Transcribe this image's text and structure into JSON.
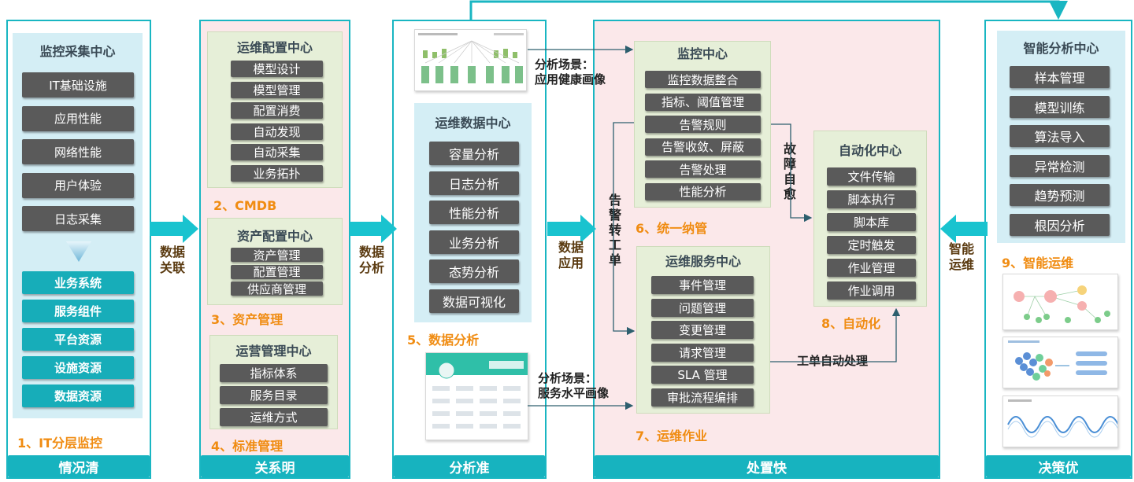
{
  "col1": {
    "panel_title": "监控采集中心",
    "dark_items": [
      "IT基础设施",
      "应用性能",
      "网络性能",
      "用户体验",
      "日志采集"
    ],
    "teal_items": [
      "业务系统",
      "服务组件",
      "平台资源",
      "设施资源",
      "数据资源"
    ],
    "caption": "1、IT分层监控",
    "footer": "情况清"
  },
  "arrow1": "数据\n关联",
  "col2": {
    "p1_title": "运维配置中心",
    "p1_items": [
      "模型设计",
      "模型管理",
      "配置消费",
      "自动发现",
      "自动采集",
      "业务拓扑"
    ],
    "p1_caption": "2、CMDB",
    "p2_title": "资产配置中心",
    "p2_items": [
      "资产管理",
      "配置管理",
      "供应商管理"
    ],
    "p2_caption": "3、资产管理",
    "p3_title": "运营管理中心",
    "p3_items": [
      "指标体系",
      "服务目录",
      "运维方式"
    ],
    "p3_caption": "4、标准管理",
    "footer": "关系明"
  },
  "arrow2": "数据\n分析",
  "col3": {
    "scene1": "分析场景：\n应用健康画像",
    "panel_title": "运维数据中心",
    "items": [
      "容量分析",
      "日志分析",
      "性能分析",
      "业务分析",
      "态势分析",
      "数据可视化"
    ],
    "caption": "5、数据分析",
    "scene2": "分析场景：\n服务水平画像",
    "footer": "分析准"
  },
  "arrow3": "数据\n应用",
  "col4": {
    "mon_title": "监控中心",
    "mon_items": [
      "监控数据整合",
      "指标、阈值管理",
      "告警规则",
      "告警收敛、屏蔽",
      "告警处理",
      "性能分析"
    ],
    "mon_caption": "6、统一纳管",
    "svc_title": "运维服务中心",
    "svc_items": [
      "事件管理",
      "问题管理",
      "变更管理",
      "请求管理",
      "SLA 管理",
      "审批流程编排"
    ],
    "svc_caption": "7、运维作业",
    "auto_title": "自动化中心",
    "auto_items": [
      "文件传输",
      "脚本执行",
      "脚本库",
      "定时触发",
      "作业管理",
      "作业调用"
    ],
    "auto_caption": "8、自动化",
    "label_alarm": "告\n警\n转\n工\n单",
    "label_fault": "故\n障\n自\n愈",
    "label_ticket": "工单自动处理",
    "footer": "处置快"
  },
  "arrow4": "智能\n运维",
  "col5": {
    "panel_title": "智能分析中心",
    "items": [
      "样本管理",
      "模型训练",
      "算法导入",
      "异常检测",
      "趋势预测",
      "根因分析"
    ],
    "caption": "9、智能运维",
    "footer": "决策优"
  },
  "colors": {
    "teal": "#17b3bf",
    "dark_button": "#5a5a5a",
    "orange": "#f08c12",
    "pink": "#fbe8ea"
  }
}
